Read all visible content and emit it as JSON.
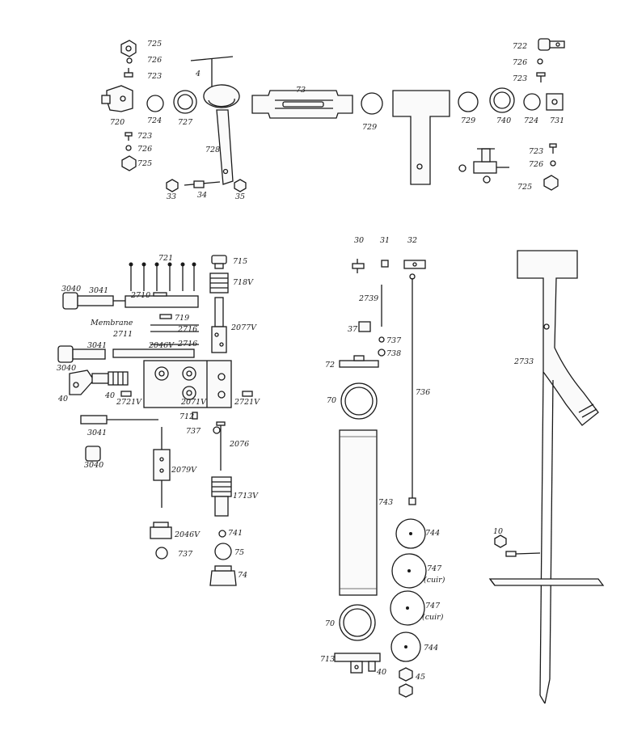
{
  "labels": {
    "l725a": "725",
    "l726a": "726",
    "l723a": "723",
    "l4": "4",
    "l720": "720",
    "l724a": "724",
    "l727": "727",
    "l728": "728",
    "l723b": "723",
    "l726b": "726",
    "l725b": "725",
    "l33": "33",
    "l34": "34",
    "l35": "35",
    "l73": "73",
    "l729a": "729",
    "l729b": "729",
    "l740": "740",
    "l724b": "724",
    "l731": "731",
    "l722": "722",
    "l726c": "726",
    "l723c": "723",
    "l723d": "723",
    "l726d": "726",
    "l725c": "725",
    "l721": "721",
    "l715": "715",
    "l718v": "718V",
    "l3040a": "3040",
    "l3041a": "3041",
    "l2710": "2710",
    "l719": "719",
    "lmembrane": "Membrane",
    "l2711": "2711",
    "l2716a": "2716",
    "l2077v": "2077V",
    "l3041b": "3041",
    "l2046va": "2046V",
    "l2716b": "2716",
    "l3040b": "3040",
    "l40a": "40",
    "l40b": "40",
    "l2721va": "2721V",
    "l2071v": "2071V",
    "l2721vb": "2721V",
    "l712": "712",
    "l737a": "737",
    "l3041c": "3041",
    "l2076": "2076",
    "l3040c": "3040",
    "l2079v": "2079V",
    "l1713v": "1713V",
    "l2046vb": "2046V",
    "l741": "741",
    "l737b": "737",
    "l75": "75",
    "l74": "74",
    "l30": "30",
    "l31": "31",
    "l32": "32",
    "l2739": "2739",
    "l37": "37",
    "l737c": "737",
    "l738": "738",
    "l72": "72",
    "l70a": "70",
    "l736": "736",
    "l743": "743",
    "l744a": "744",
    "l747a": "747",
    "lcuira": "(cuir)",
    "l747b": "747",
    "lcuirb": "(cuir)",
    "l744b": "744",
    "l70b": "70",
    "l713": "713",
    "l40c": "40",
    "l45": "45",
    "l2733": "2733",
    "l10": "10"
  }
}
